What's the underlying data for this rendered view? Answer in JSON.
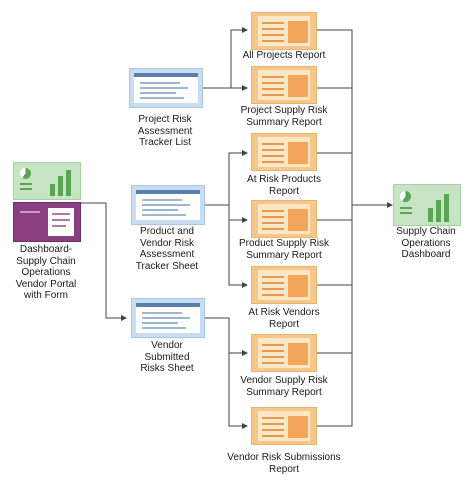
{
  "nodes": {
    "portal": {
      "label": "Dashboard-\nSupply Chain\nOperations\nVendor Portal\nwith Form"
    },
    "tracker_list": {
      "label": "Project Risk\nAssessment\nTracker List"
    },
    "tracker_sheet": {
      "label": "Product and\nVendor Risk\nAssessment\nTracker Sheet"
    },
    "vendor_sheet": {
      "label": "Vendor\nSubmitted\nRisks Sheet"
    },
    "reports": [
      {
        "label": "All Projects Report"
      },
      {
        "label": "Project Supply Risk\nSummary Report"
      },
      {
        "label": "At Risk Products\nReport"
      },
      {
        "label": "Product Supply Risk\nSummary Report"
      },
      {
        "label": "At Risk Vendors\nReport"
      },
      {
        "label": "Vendor Supply Risk\nSummary Report"
      },
      {
        "label": "Vendor Risk Submissions\nReport"
      }
    ],
    "dashboard": {
      "label": "Supply Chain\nOperations\nDashboard"
    }
  },
  "colors": {
    "report": "#f5c78a",
    "sheet": "#c9ddf0",
    "dashboard": "#c7e4c4",
    "form": "#8a3f80",
    "connector": "#444444"
  }
}
